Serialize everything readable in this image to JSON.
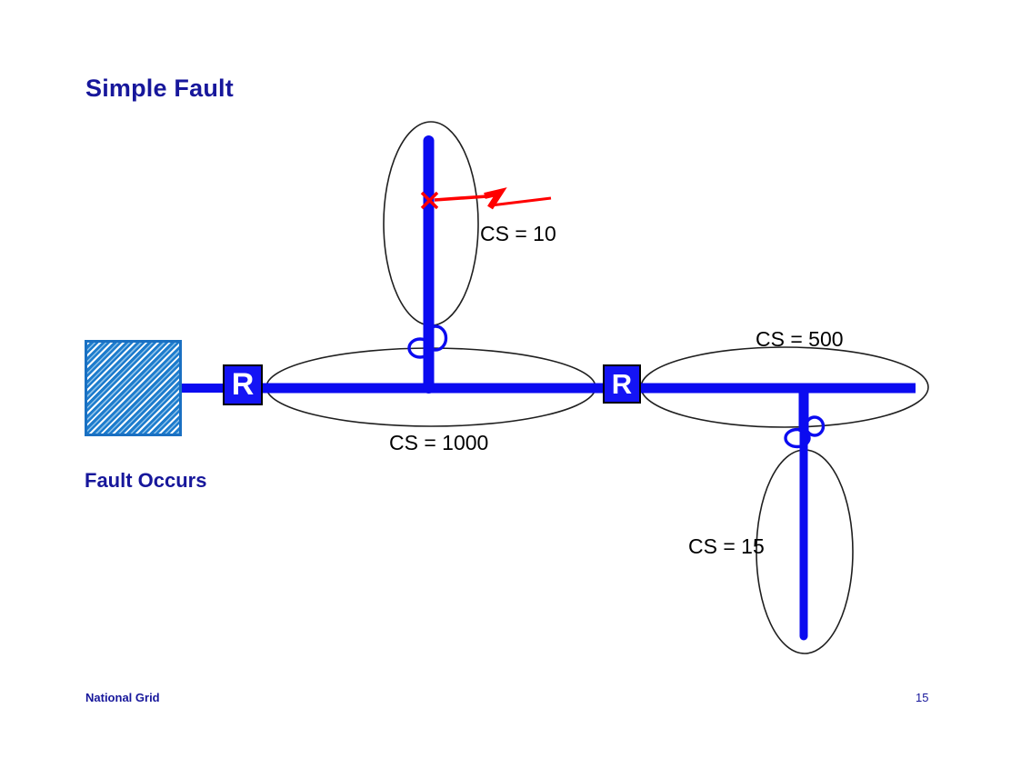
{
  "slide": {
    "title": "Simple Fault",
    "footer": {
      "left": "National Grid",
      "page_number": "15"
    }
  },
  "diagram": {
    "source_caption": "Fault Occurs",
    "relays": [
      {
        "label": "R"
      },
      {
        "label": "R"
      }
    ],
    "zones": {
      "top_feeder": "CS = 10",
      "main_bus": "CS = 1000",
      "right_bus": "CS = 500",
      "bottom_feeder": "CS = 15"
    },
    "fault": {
      "marker": "X",
      "symbol": "lightning-bolt"
    },
    "colors": {
      "line_blue": "#0b0bf0",
      "relay_fill": "#1414f5",
      "relay_border": "#000000",
      "source_fill": "#1d7ccd",
      "source_hatch": "#ffffff",
      "source_border": "#1a70c2",
      "fault_red": "#ff0000",
      "navy_text": "#17179b",
      "label_text": "#000000",
      "ellipse_stroke": "#1f1f1f"
    }
  }
}
